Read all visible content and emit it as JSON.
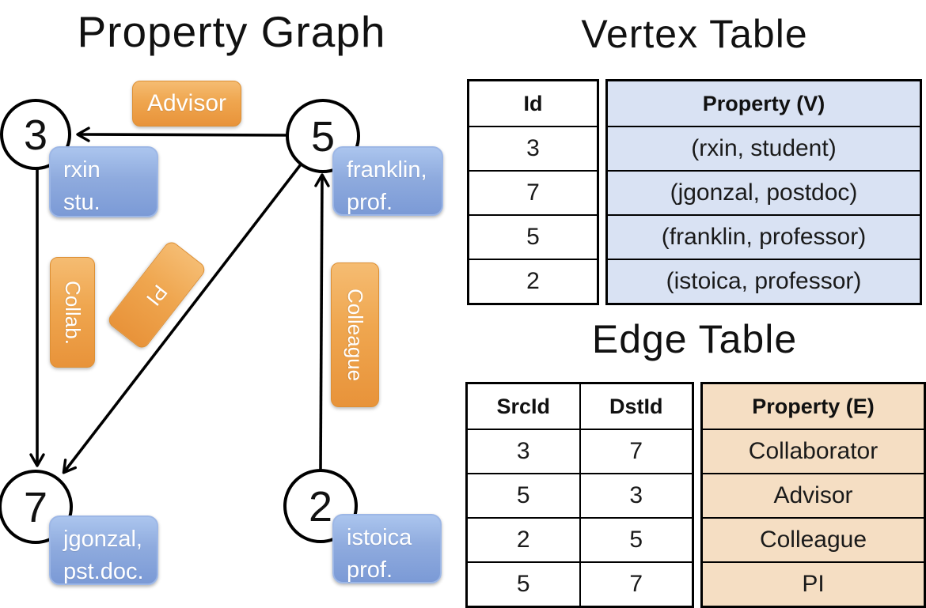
{
  "titles": {
    "property_graph": "Property Graph",
    "vertex_table": "Vertex Table",
    "edge_table": "Edge Table"
  },
  "graph": {
    "nodes": [
      {
        "id": "3",
        "property_line1": "rxin",
        "property_line2": "stu."
      },
      {
        "id": "5",
        "property_line1": "franklin,",
        "property_line2": "prof."
      },
      {
        "id": "7",
        "property_line1": "jgonzal,",
        "property_line2": "pst.doc."
      },
      {
        "id": "2",
        "property_line1": "istoica",
        "property_line2": "prof."
      }
    ],
    "edge_labels": {
      "advisor": "Advisor",
      "collab": "Collab.",
      "pi": "PI",
      "colleague": "Colleague"
    }
  },
  "vertex_table": {
    "headers": {
      "id": "Id",
      "property": "Property (V)"
    },
    "rows": [
      {
        "id": "3",
        "property": "(rxin, student)"
      },
      {
        "id": "7",
        "property": "(jgonzal, postdoc)"
      },
      {
        "id": "5",
        "property": "(franklin, professor)"
      },
      {
        "id": "2",
        "property": "(istoica, professor)"
      }
    ]
  },
  "edge_table": {
    "headers": {
      "src": "SrcId",
      "dst": "DstId",
      "property": "Property (E)"
    },
    "rows": [
      {
        "src": "3",
        "dst": "7",
        "property": "Collaborator"
      },
      {
        "src": "5",
        "dst": "3",
        "property": "Advisor"
      },
      {
        "src": "2",
        "dst": "5",
        "property": "Colleague"
      },
      {
        "src": "5",
        "dst": "7",
        "property": "PI"
      }
    ]
  },
  "colors": {
    "edge_label_orange": "#ED9F44",
    "node_property_blue": "#8FABDE",
    "vertex_cell_fill": "#D9E2F3",
    "edge_cell_fill": "#F5DEC3",
    "line_black": "#000000"
  }
}
